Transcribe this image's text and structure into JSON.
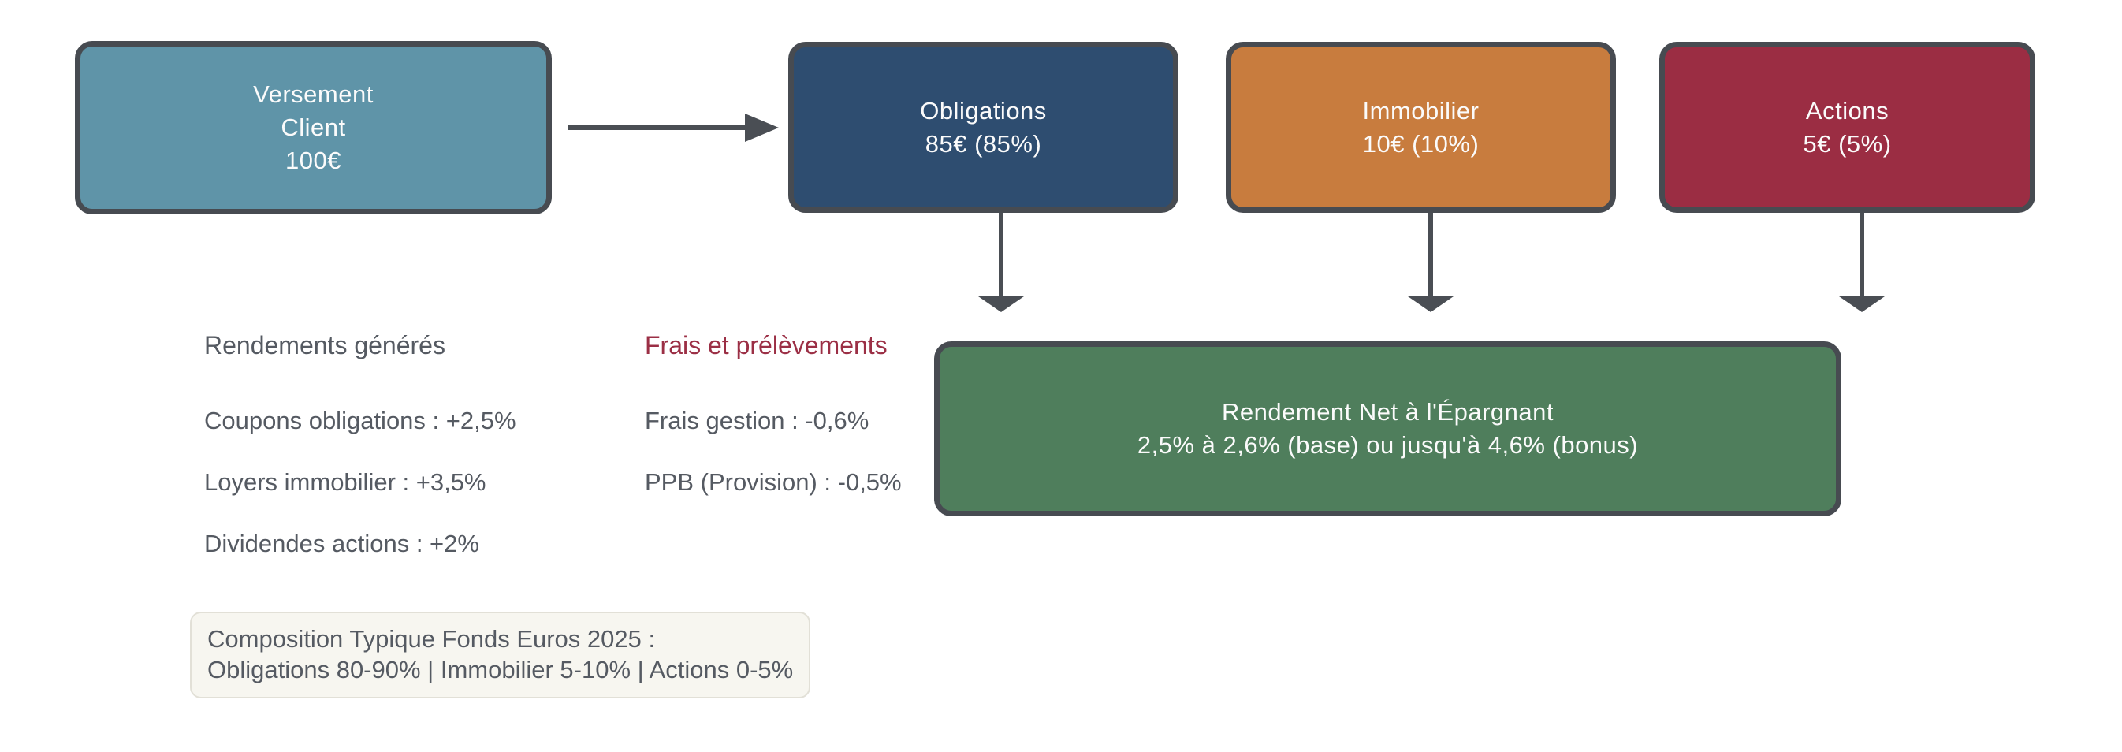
{
  "flow": {
    "source": {
      "lines": [
        "Versement",
        "Client",
        "100€"
      ],
      "color": "#5F94A8"
    },
    "allocations": [
      {
        "name": "Obligations",
        "amount": "85€ (85%)",
        "color": "#2E4D70"
      },
      {
        "name": "Immobilier",
        "amount": "10€ (10%)",
        "color": "#C87C3E"
      },
      {
        "name": "Actions",
        "amount": "5€ (5%)",
        "color": "#9B2D43"
      }
    ],
    "result": {
      "line1": "Rendement Net à l'Épargnant",
      "line2": "2,5% à 2,6% (base) ou jusqu'à 4,6% (bonus)",
      "color": "#4F7E5C"
    }
  },
  "returns_panel": {
    "heading": "Rendements générés",
    "heading_color": "#555A62",
    "items": [
      "Coupons obligations : +2,5%",
      "Loyers immobilier : +3,5%",
      "Dividendes actions : +2%"
    ]
  },
  "fees_panel": {
    "heading": "Frais et prélèvements",
    "heading_color": "#9B2F45",
    "items": [
      "Frais gestion : -0,6%",
      "PPB (Provision) : -0,5%"
    ]
  },
  "note": {
    "line1": "Composition Typique Fonds Euros 2025 :",
    "line2": "Obligations 80-90% | Immobilier 5-10% | Actions 0-5%"
  },
  "colors": {
    "arrow": "#4A4E54",
    "box_border": "#474B51",
    "background": "#FFFFFF",
    "box_text": "#FBFBFB",
    "body_text": "#555A62",
    "note_background": "#F7F6F0",
    "note_border": "#E2E0D7"
  }
}
